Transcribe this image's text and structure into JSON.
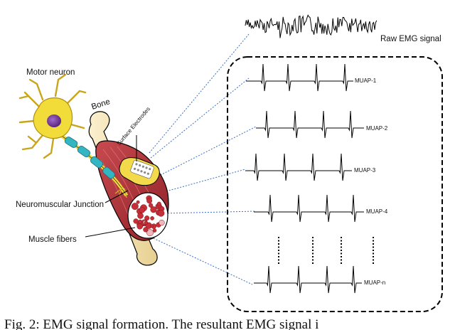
{
  "labels": {
    "raw_emg": "Raw EMG signal",
    "motor_neuron": "Motor neuron",
    "bone": "Bone",
    "surface_electrodes": "Surface Electrodes",
    "nmj": "Neuromuscular Junction",
    "muscle_fibers": "Muscle fibers"
  },
  "muaps": [
    {
      "label": "MUAP-1"
    },
    {
      "label": "MUAP-2"
    },
    {
      "label": "MUAP-3"
    },
    {
      "label": "MUAP-4"
    },
    {
      "label": "MUAP-n"
    }
  ],
  "caption": "Fig. 2: EMG signal formation. The resultant EMG signal i",
  "colors": {
    "muscle_red": "#b5343b",
    "bone": "#f3e3b6",
    "neuron": "#f2dc3a",
    "nucleus": "#7a3fa0",
    "myelin": "#33b6c2",
    "electrode_pad": "#f3da4a",
    "guide_line": "#3a6fc4"
  }
}
